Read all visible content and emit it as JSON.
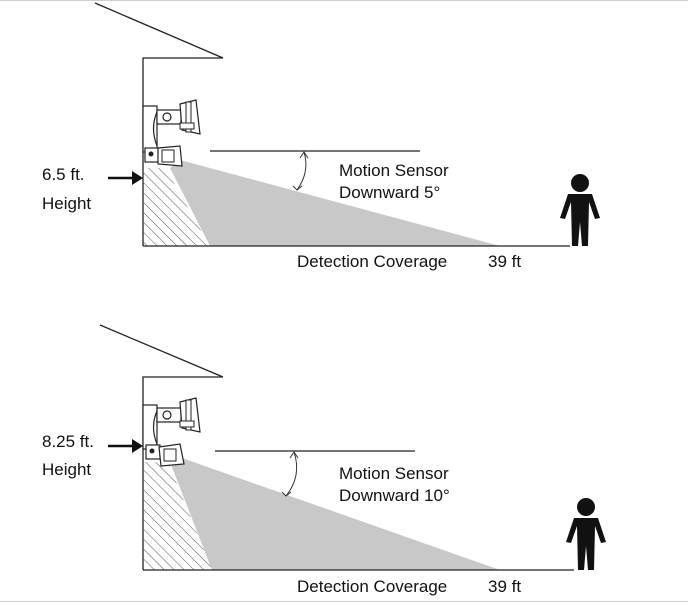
{
  "panels": [
    {
      "height_value": "6.5 ft.",
      "height_word": "Height",
      "sensor_line1": "Motion Sensor",
      "sensor_line2": "Downward 5°",
      "coverage_label": "Detection Coverage",
      "coverage_distance": "39 ft"
    },
    {
      "height_value": "8.25 ft.",
      "height_word": "Height",
      "sensor_line1": "Motion Sensor",
      "sensor_line2": "Downward 10°",
      "coverage_label": "Detection Coverage",
      "coverage_distance": "39 ft"
    }
  ],
  "colors": {
    "coverage_fill": "#c8c8c8",
    "line": "#222222",
    "person": "#111111"
  }
}
